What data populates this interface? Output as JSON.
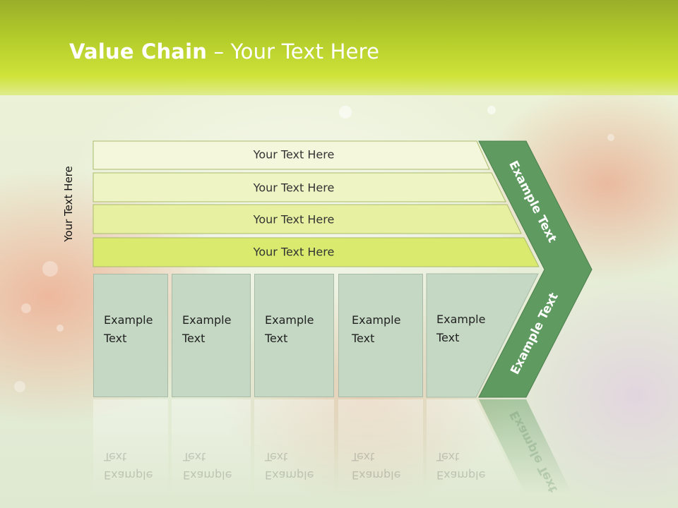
{
  "slide": {
    "title_bold": "Value Chain",
    "title_rest": " – Your Text Here",
    "vertical_label": "Your Text Here",
    "rows": [
      {
        "label": "Your Text Here"
      },
      {
        "label": "Your Text Here"
      },
      {
        "label": "Your Text Here"
      },
      {
        "label": "Your Text Here"
      }
    ],
    "boxes": [
      {
        "line1": "Example",
        "line2": "Text"
      },
      {
        "line1": "Example",
        "line2": "Text"
      },
      {
        "line1": "Example",
        "line2": "Text"
      },
      {
        "line1": "Example",
        "line2": "Text"
      },
      {
        "line1": "Example",
        "line2": "Text"
      }
    ],
    "chevron_top": "Example Text",
    "chevron_bottom": "Example Text",
    "colors": {
      "row_fills": [
        "#f4f7dc",
        "#eef4c4",
        "#e7f0a0",
        "#d9ea6e"
      ],
      "box_fill": "#c4d8c4",
      "chevron_fill": "#5f9a60",
      "header": "#b4cc2a"
    }
  }
}
